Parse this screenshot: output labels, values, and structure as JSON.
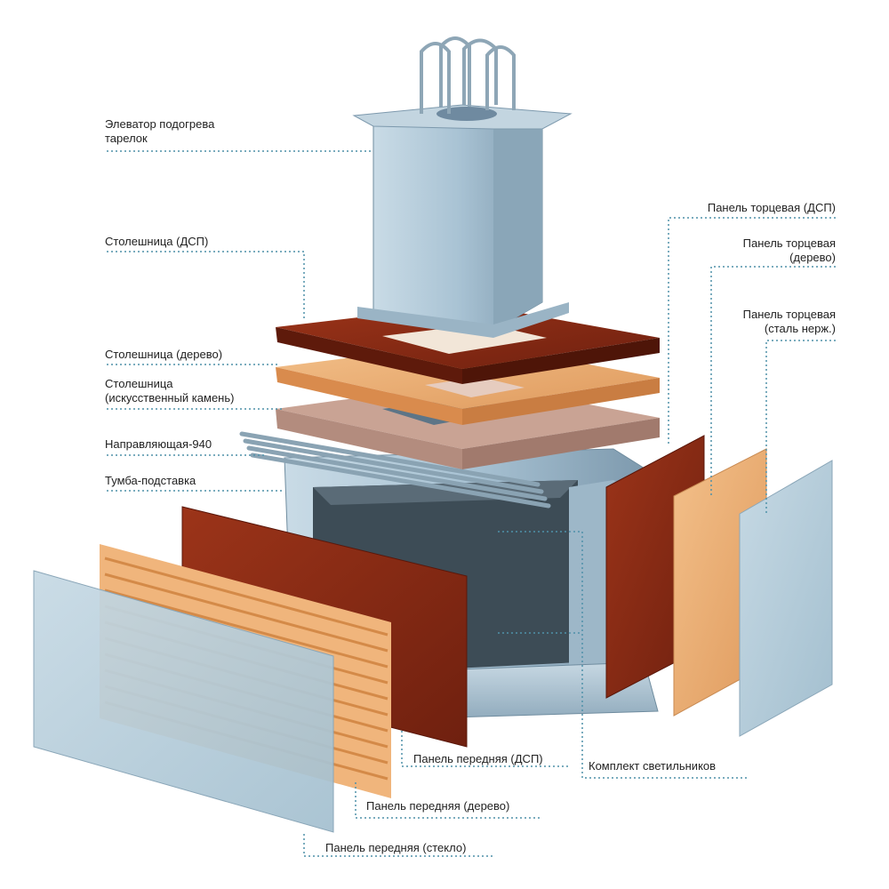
{
  "colors": {
    "steel": "#a9c3d4",
    "steel_dark": "#7d99ad",
    "dsp": "#8a2c16",
    "wood": "#e9a86e",
    "stone": "#c9a394",
    "glass": "#b4cdda",
    "leader": "#4f91a9",
    "text": "#222222"
  },
  "labels": {
    "elevator_1": "Элеватор подогрева",
    "elevator_2": "тарелок",
    "top_dsp": "Столешница (ДСП)",
    "top_wood": "Столешница (дерево)",
    "top_stone_1": "Столешница",
    "top_stone_2": "(искусственный камень)",
    "guide": "Направляющая-940",
    "stand": "Тумба-подставка",
    "end_dsp": "Панель торцевая (ДСП)",
    "end_wood_1": "Панель торцевая",
    "end_wood_2": "(дерево)",
    "end_steel_1": "Панель торцевая",
    "end_steel_2": "(сталь нерж.)",
    "front_dsp": "Панель передняя (ДСП)",
    "lights": "Комплект светильников",
    "front_wood": "Панель передняя (дерево)",
    "front_glass": "Панель передняя (стекло)"
  }
}
